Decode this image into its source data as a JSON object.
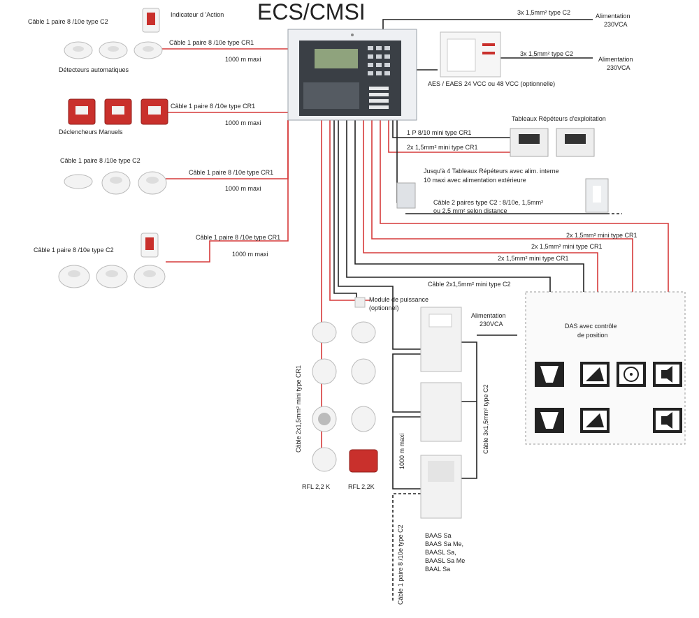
{
  "title": "ECS/CMSI",
  "top": {
    "indicator": "Indicateur d 'Action",
    "power1_cable": "3x 1,5mm² type C2",
    "power1_label": [
      "Alimentation",
      "230VCA"
    ],
    "power2_cable": "3x 1,5mm² type C2",
    "power2_label": [
      "Alimentation",
      "230VCA"
    ],
    "aes_label": "AES / EAES 24 VCC ou 48 VCC (optionnelle)"
  },
  "groups": [
    {
      "pair_label": "Câble 1 paire 8 /10e type C2",
      "cable": "Câble 1 paire 8 /10e type CR1",
      "distance": "1000 m maxi",
      "devices_label": "Détecteurs automatiques"
    },
    {
      "cable": "Câble 1 paire 8 /10e type CR1",
      "distance": "1000 m maxi",
      "devices_label": "Déclencheurs Manuels"
    },
    {
      "pair_label": "Câble 1 paire 8 /10e type C2",
      "cable": "Câble 1 paire 8 /10e type CR1",
      "distance": "1000 m maxi"
    },
    {
      "pair_label": "Câble 1 paire 8 /10e type C2",
      "cable": "Câble 1 paire 8 /10e type CR1",
      "distance": "1000 m maxi"
    }
  ],
  "repeaters": {
    "title": "Tableaux Répéteurs d'exploitation",
    "cable1": "1 P 8/10 mini type CR1",
    "cable2": "2x 1,5mm² mini type CR1",
    "note1": "Jusqu'à 4 Tableaux Répéteurs  avec alim. interne",
    "note2": "10 maxi avec alimentation extérieure",
    "cable3a": "Câble 2 paires type C2 : 8/10e, 1,5mm²",
    "cable3b": "ou 2,5 mm² selon distance"
  },
  "das_cables": [
    "2x 1,5mm² mini type CR1",
    "2x 1,5mm² mini type CR1",
    "2x 1,5mm² mini type CR1"
  ],
  "baas_cable": "Câble 2x1,5mm² mini type C2",
  "module": [
    "Module de puissance",
    "(optionnel)"
  ],
  "baas_power": [
    "Alimentation",
    "230VCA"
  ],
  "das": [
    "DAS avec contrôle",
    "de position"
  ],
  "sounder_cable": "Câble 2x1,5mm² mini type CR1",
  "rfl": [
    "RFL 2,2 K",
    "RFL 2,2K"
  ],
  "distance_vertical": "1000 m maxi",
  "cable_c2_vertical": "Câble 3x1,5mm²  type C2",
  "pair_c2_vertical": "Câble 1 paire 8 /10e type C2",
  "baas_list": [
    "BAAS Sa",
    "BAAS Sa Me,",
    "BAASL Sa,",
    "BAASL Sa Me",
    "BAAL Sa"
  ]
}
